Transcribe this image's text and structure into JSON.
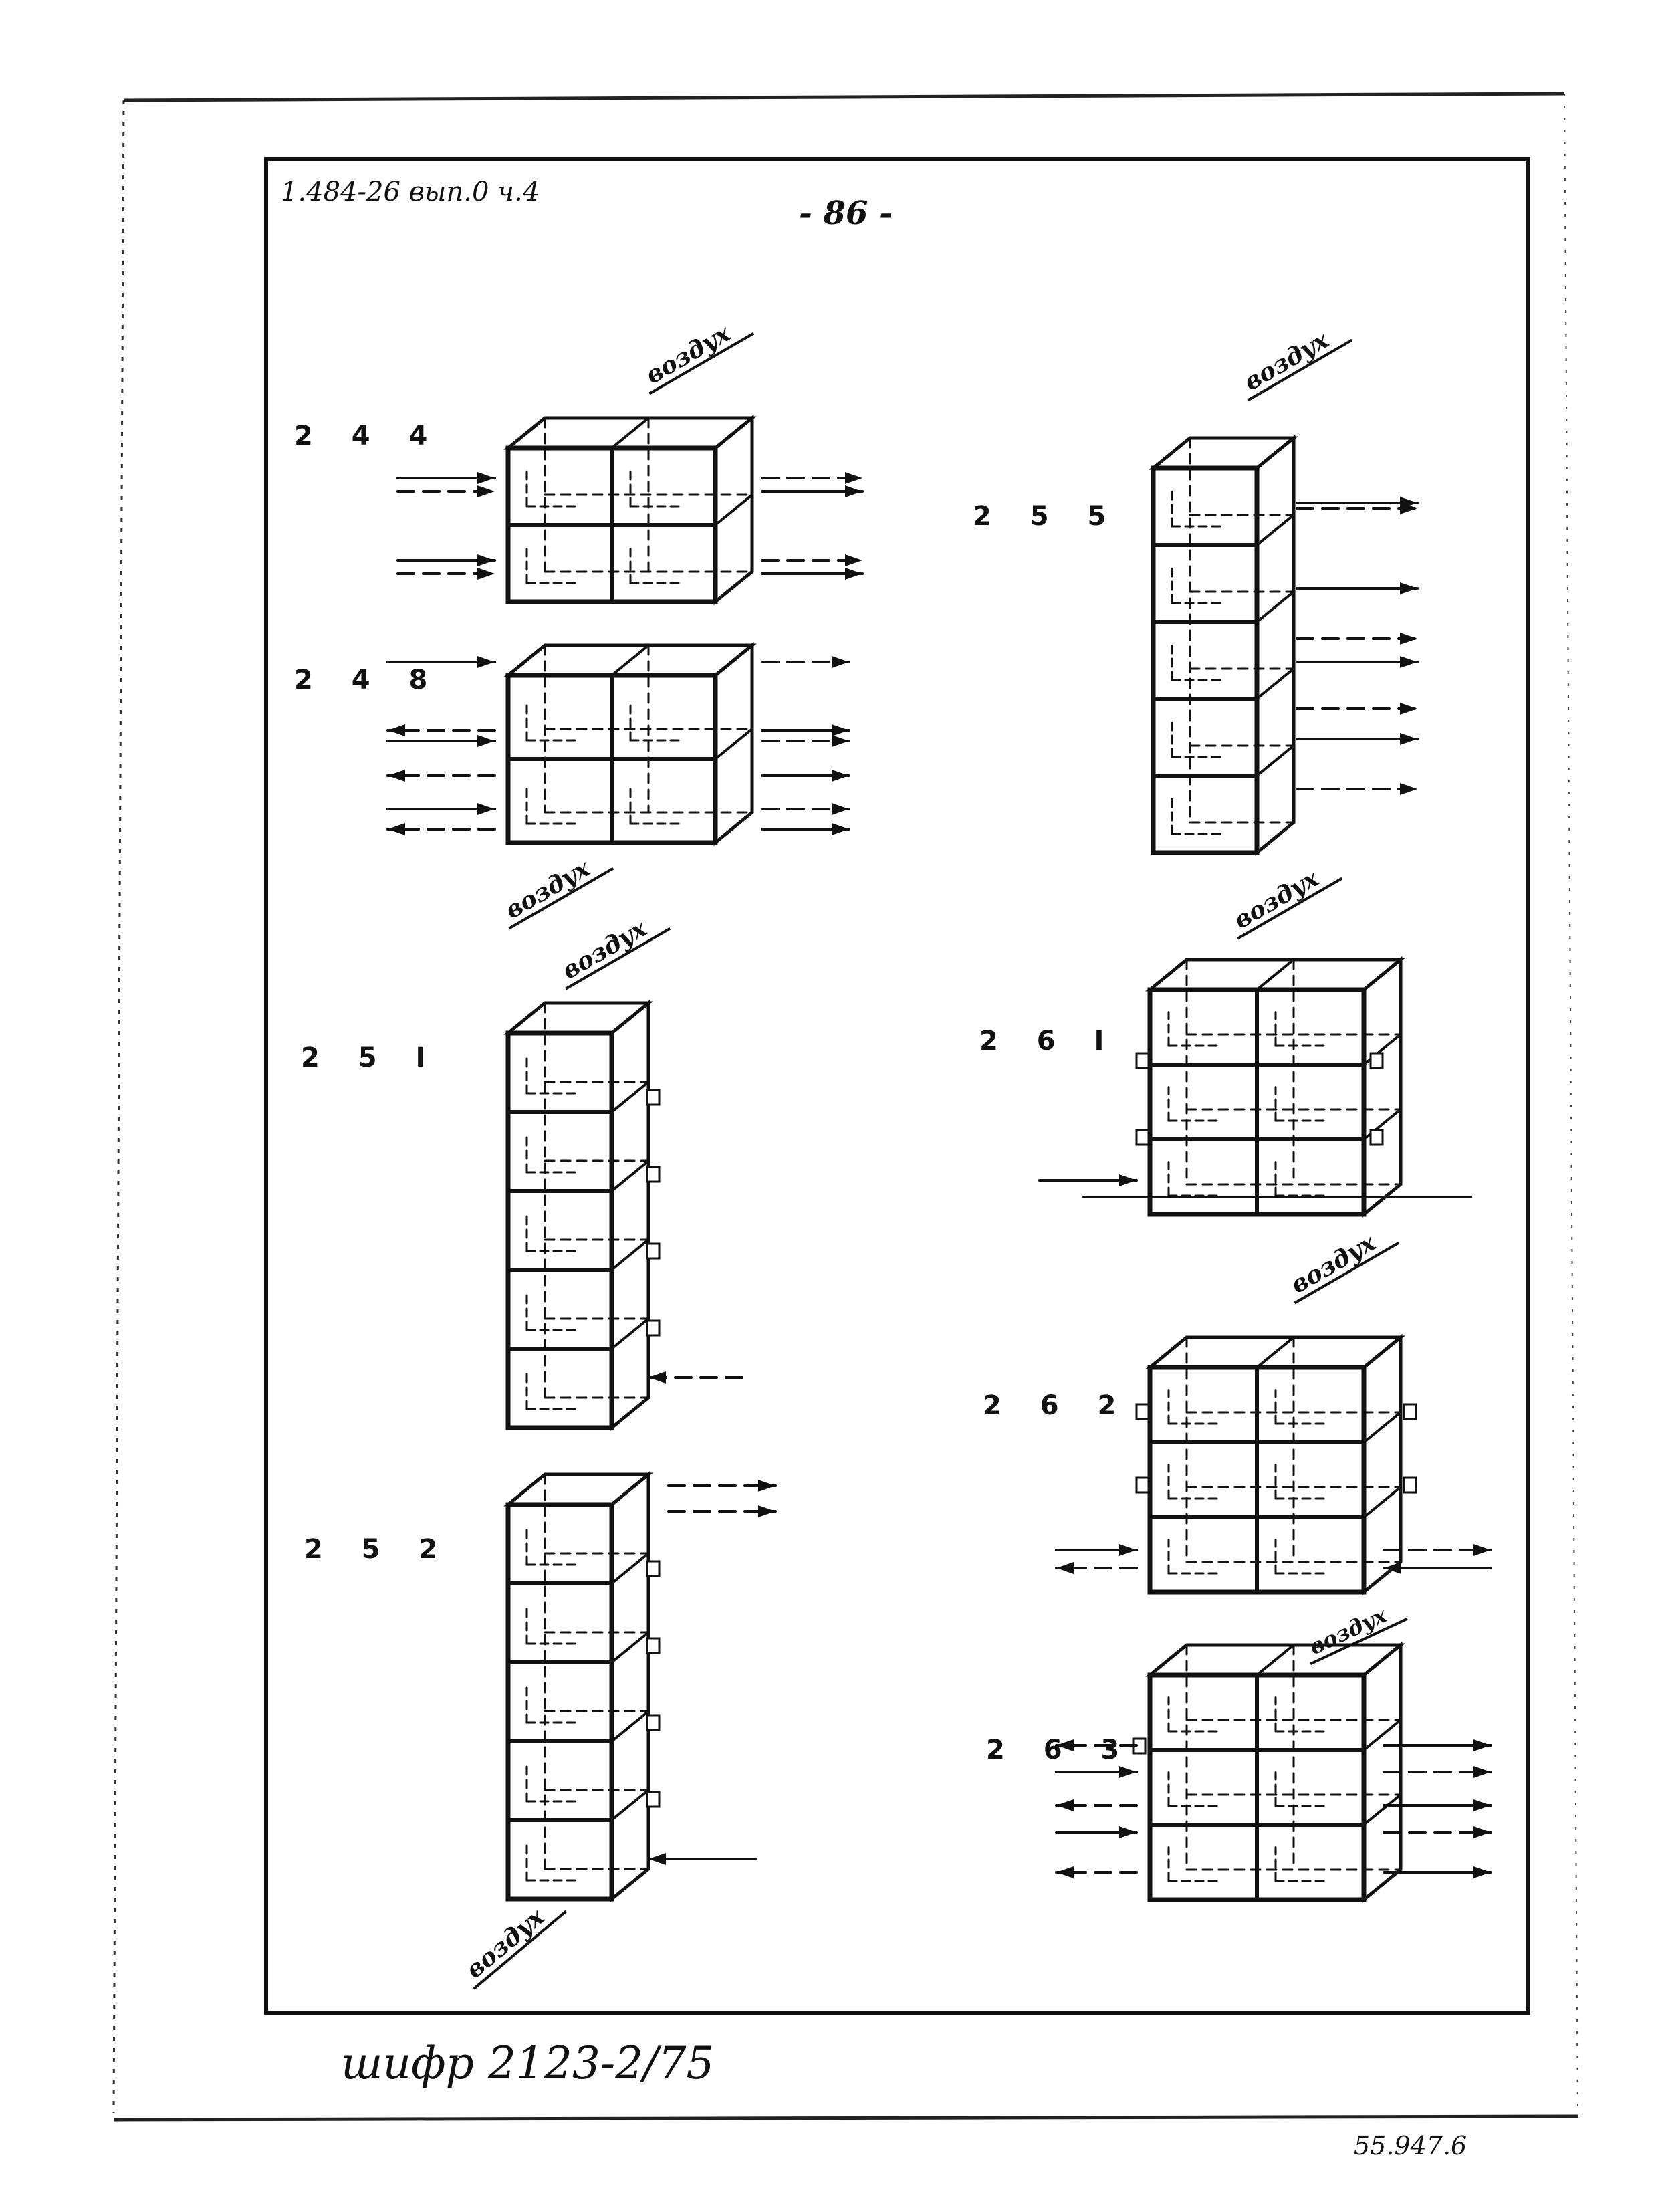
{
  "header": {
    "doc_code": "1.484-26 вып.0 ч.4",
    "page_number": "- 86 -"
  },
  "air_label": "воздух",
  "units": [
    {
      "label": "2 4 4"
    },
    {
      "label": "2 4 8"
    },
    {
      "label": "2 5 I"
    },
    {
      "label": "2 5 2"
    },
    {
      "label": "2 5 5"
    },
    {
      "label": "2 6 I"
    },
    {
      "label": "2 6 2"
    },
    {
      "label": "2 6 3"
    }
  ],
  "footer": {
    "cipher": "шифр 2123-2/75",
    "stamp": "55.947.6"
  }
}
